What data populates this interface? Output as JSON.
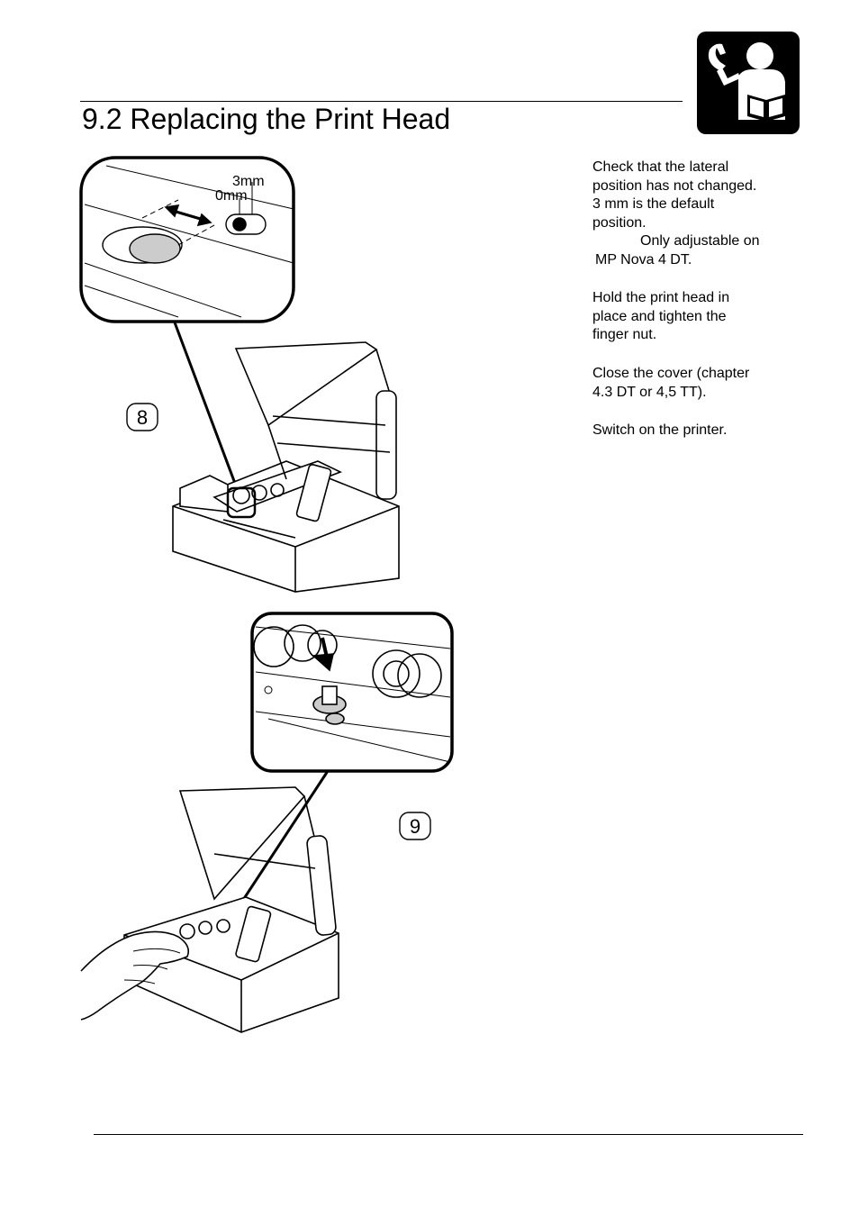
{
  "page": {
    "title": "9.2 Replacing the Print Head"
  },
  "callouts": {
    "step8": "8",
    "step9": "9",
    "scale_3mm": "3mm",
    "scale_0mm": "0mm"
  },
  "instructions": [
    {
      "lines": [
        "Check that the lateral",
        "position has not changed.",
        "3 mm is the default",
        "position."
      ]
    },
    {
      "lines": [
        "Only adjustable on",
        "MP Nova 4 DT."
      ]
    },
    {
      "lines": [
        "Hold the print head in",
        "place and tighten the",
        "finger nut."
      ]
    },
    {
      "lines": [
        "Close the cover (chapter",
        "4.3 DT or 4,5 TT)."
      ]
    },
    {
      "lines": [
        "Switch on the printer."
      ]
    }
  ],
  "icons": {
    "header_icon": "maintenance-manual-icon"
  }
}
